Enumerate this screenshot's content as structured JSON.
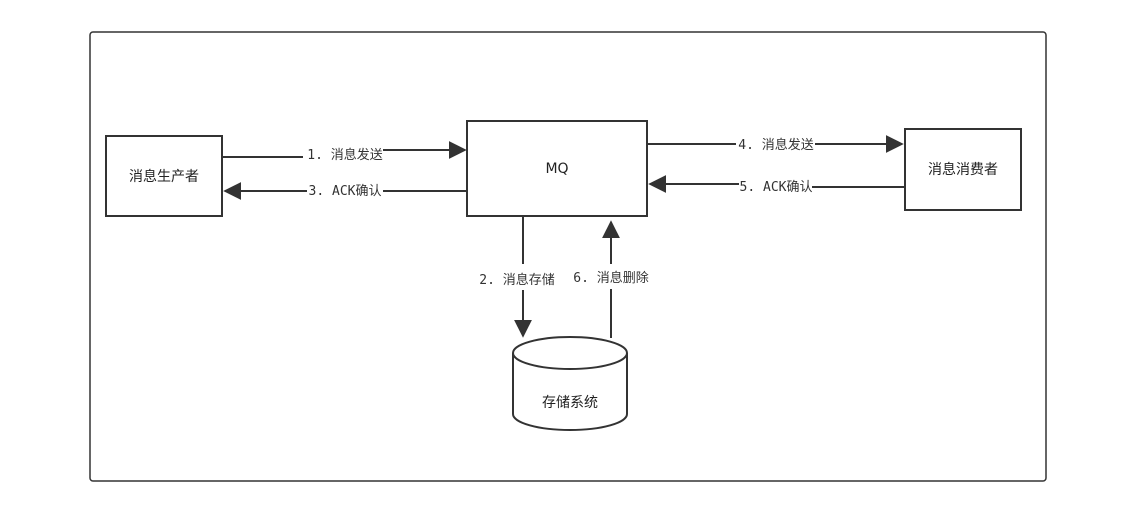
{
  "nodes": {
    "producer": "消息生产者",
    "mq": "MQ",
    "consumer": "消息消费者",
    "storage": "存储系统"
  },
  "edges": {
    "send_to_mq": "1. 消息发送",
    "ack_to_producer": "3. ACK确认",
    "send_to_consumer": "4. 消息发送",
    "ack_from_consumer": "5. ACK确认",
    "store": "2. 消息存储",
    "delete": "6. 消息删除"
  },
  "colors": {
    "stroke": "#333333",
    "fill": "#ffffff"
  }
}
